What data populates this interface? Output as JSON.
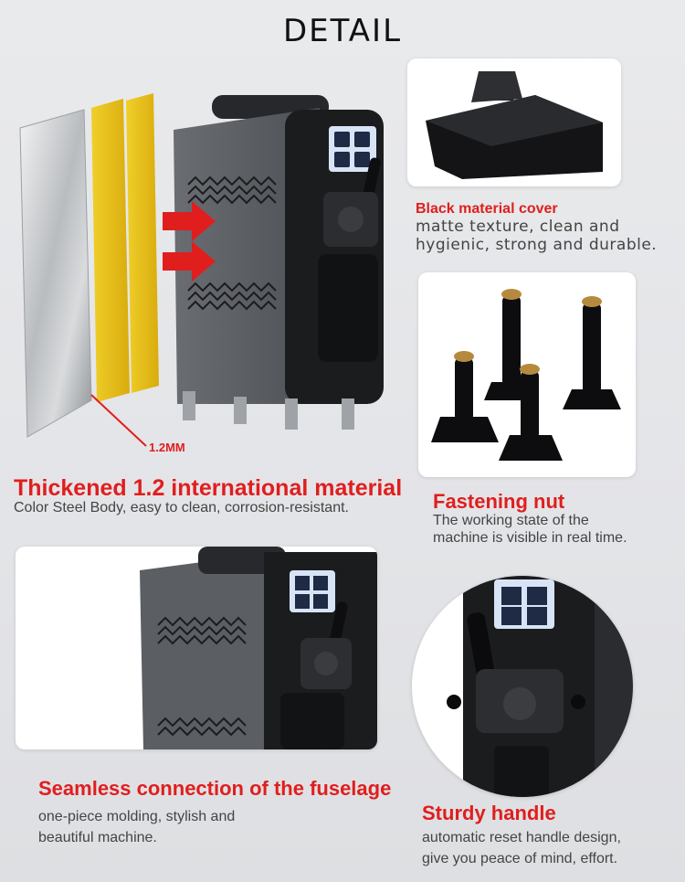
{
  "title": "DETAIL",
  "dimension_label": "1.2MM",
  "sections": {
    "material": {
      "heading": "Thickened 1.2 international material",
      "desc": "Color Steel Body, easy to clean, corrosion-resistant."
    },
    "cover": {
      "heading": "Black material cover",
      "line1": "matte texture, clean and",
      "line2": "hygienic, strong and durable."
    },
    "nut": {
      "heading": "Fastening nut",
      "line1": "The working state of the",
      "line2": "machine is visible in real time."
    },
    "seamless": {
      "heading": "Seamless connection of the fuselage",
      "line1": "one-piece molding, stylish and",
      "line2": "beautiful machine."
    },
    "handle": {
      "heading": "Sturdy handle",
      "line1": "automatic reset handle design,",
      "line2": "give you peace of mind, effort."
    }
  },
  "colors": {
    "accent_red": "#e01e1e",
    "panel_yellow": "#e8c21a",
    "body_gray": "#5a5d62",
    "machine_black": "#1b1c1e"
  }
}
